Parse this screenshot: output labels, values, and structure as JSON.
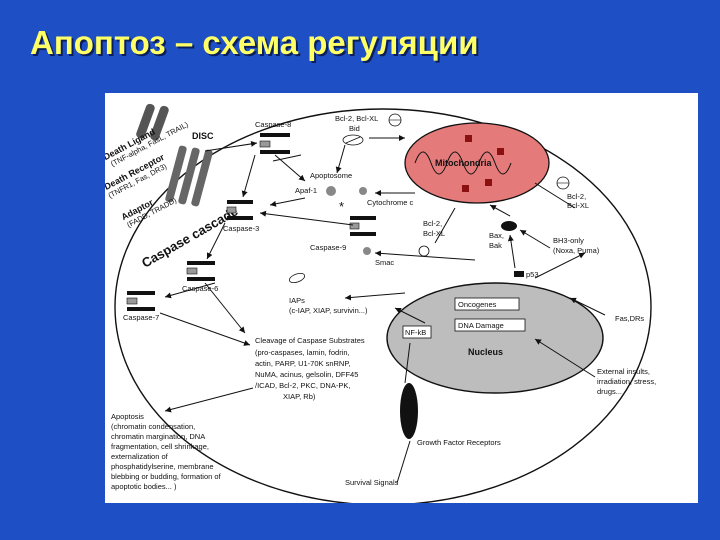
{
  "slide": {
    "title": "Апоптоз – схема регуляции"
  },
  "diagram": {
    "disc": "DISC",
    "death_ligand": [
      "Death Ligand",
      "(TNF-alpha, FasL, TRAIL)"
    ],
    "death_receptor": [
      "Death Receptor",
      "(TNFR1, Fas, DR3)"
    ],
    "adaptor": [
      "Adaptor",
      "(FADD, TRADD)"
    ],
    "caspase_cascade": "Caspase cascade",
    "caspase8": "Caspase-8",
    "caspase3": "Caspase-3",
    "caspase6": "Caspase-6",
    "caspase7": "Caspase-7",
    "caspase9": "Caspase-9",
    "bcl2_bid": [
      "Bcl-2, Bcl-XL",
      "Bid"
    ],
    "mitochondria": "Mitochondria",
    "apoptosome": "Apoptosome",
    "apaf1": "Apaf-1",
    "cytochrome_c": "Cytochrome c",
    "bcl2_xl_right": [
      "Bcl-2,",
      "Bcl-XL"
    ],
    "bcl2_xl_mid": [
      "Bcl-2,",
      "Bcl-XL"
    ],
    "bax_bak": [
      "Bax,",
      "Bak"
    ],
    "bh3": [
      "BH3-only",
      "(Noxa, Puma)"
    ],
    "smac": "Smac",
    "p53": "p53",
    "iaps": [
      "IAPs",
      "(c-IAP, XIAP, survivin...)"
    ],
    "oncogenes": "Oncogenes",
    "dna_damage": "DNA Damage",
    "nfkb": "NF-kB",
    "nucleus": "Nucleus",
    "fas_drs": "Fas,DRs",
    "cleavage": [
      "Cleavage of Caspase Substrates",
      "(pro-caspases, lamin, fodrin,",
      "actin, PARP, U1-70K snRNP,",
      "NuMA, acinus, gelsolin, DFF45",
      "/ICAD, Bcl-2, PKC, DNA-PK,",
      "XIAP, Rb)"
    ],
    "external": [
      "External insults,",
      "irradiation, stress,",
      "drugs..."
    ],
    "apoptosis": [
      "Apoptosis",
      "(chromatin condensation,",
      "chromatin margination, DNA",
      "fragmentation, cell shrinkage,",
      "externalization of",
      "phosphatidylserine, membrane",
      "blebbing or budding, formation of",
      "apoptotic bodies... )"
    ],
    "growth_factor": "Growth Factor Receptors",
    "survival": "Survival Signals"
  }
}
